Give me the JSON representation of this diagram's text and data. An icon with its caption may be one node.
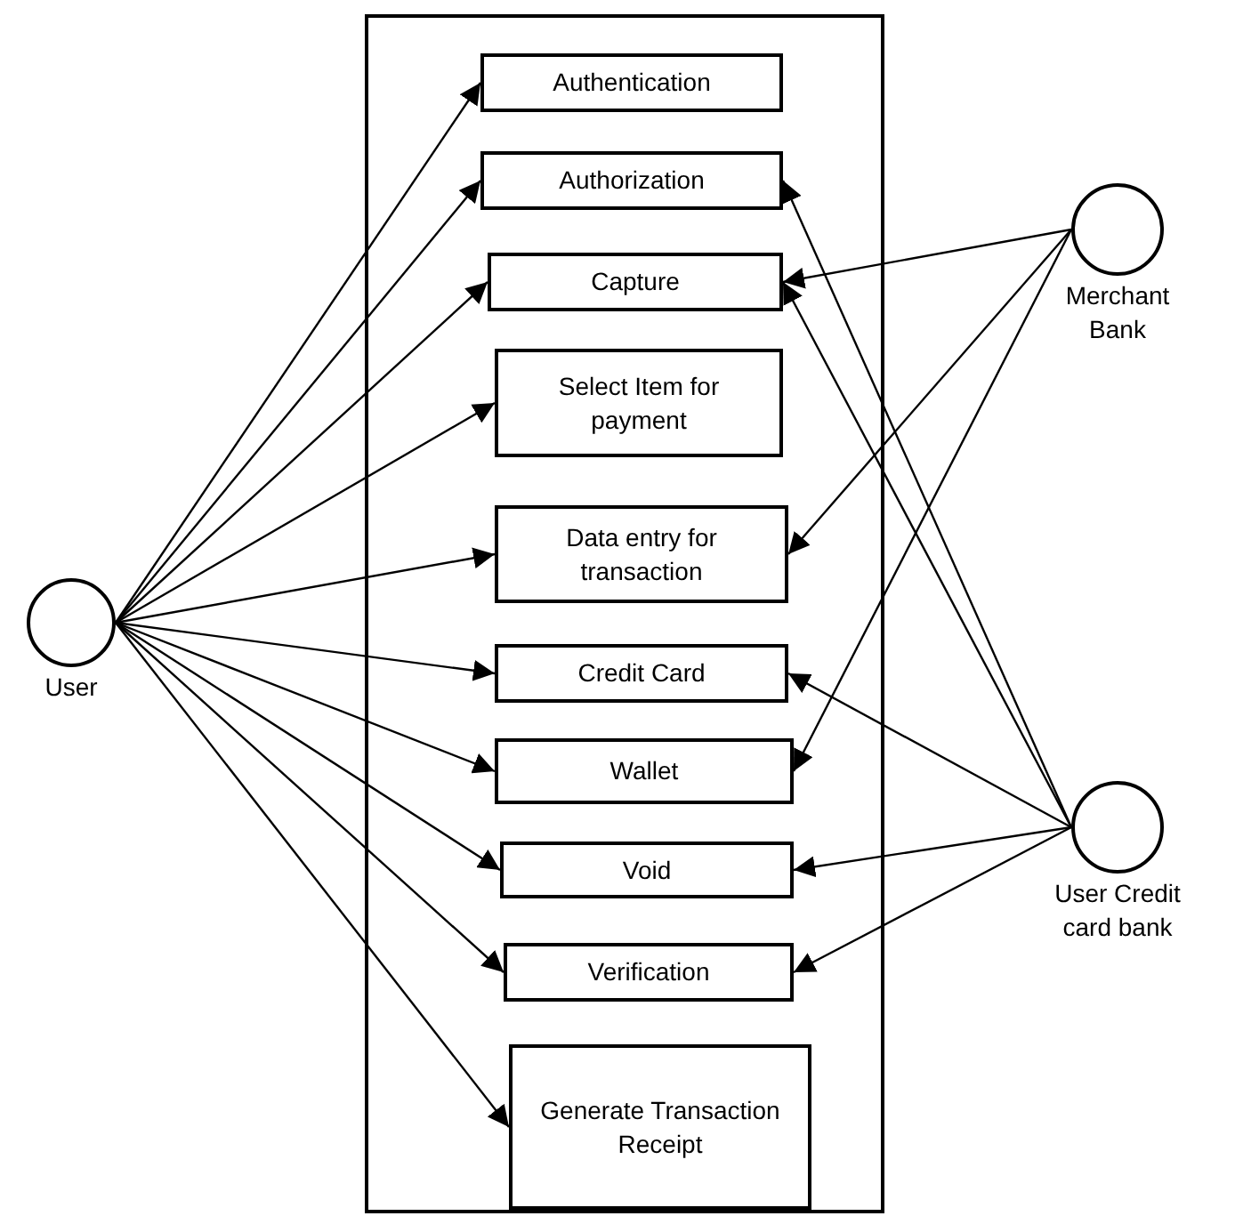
{
  "diagram": {
    "nodes": [
      {
        "text": [],
        "shape": "box"
      },
      {
        "text": [
          "Authentication"
        ],
        "in": 0
      },
      {
        "text": [
          "Authorization"
        ],
        "in": 0
      },
      {
        "text": [
          "Capture"
        ],
        "in": 0
      },
      {
        "text": [
          "Select Item for payment"
        ],
        "in": 0
      },
      {
        "text": [
          "Data entry for transaction"
        ],
        "in": 0
      },
      {
        "text": [
          "Credit Card"
        ],
        "in": 0
      },
      {
        "text": [
          "Wallet"
        ],
        "in": 0
      },
      {
        "text": [
          "Void"
        ],
        "in": 0
      },
      {
        "text": [
          "Verification"
        ],
        "in": 0
      },
      {
        "text": [
          "Generate Transaction Receipt"
        ],
        "in": 0
      },
      {
        "text": [
          "User"
        ]
      },
      {
        "text": [
          "Merchant Bank"
        ]
      },
      {
        "text": [
          "User Credit card bank"
        ]
      }
    ],
    "edges": [
      {
        "from": 11,
        "to": 1,
        "arrow": "to"
      },
      {
        "from": 11,
        "to": 2,
        "arrow": "to"
      },
      {
        "from": 11,
        "to": 3,
        "arrow": "to"
      },
      {
        "from": 11,
        "to": 4,
        "arrow": "to"
      },
      {
        "from": 11,
        "to": 5,
        "arrow": "to"
      },
      {
        "from": 11,
        "to": 6,
        "arrow": "to"
      },
      {
        "from": 11,
        "to": 7,
        "arrow": "to"
      },
      {
        "from": 11,
        "to": 8,
        "arrow": "to"
      },
      {
        "from": 11,
        "to": 9,
        "arrow": "to"
      },
      {
        "from": 11,
        "to": 10,
        "arrow": "to"
      },
      {
        "from": 12,
        "to": 3,
        "arrow": "to"
      },
      {
        "from": 12,
        "to": 5,
        "arrow": "to"
      },
      {
        "from": 12,
        "to": 7,
        "arrow": "to"
      },
      {
        "from": 13,
        "to": 2,
        "arrow": "to"
      },
      {
        "from": 13,
        "to": 3,
        "arrow": "to"
      },
      {
        "from": 13,
        "to": 6,
        "arrow": "to"
      },
      {
        "from": 13,
        "to": 8,
        "arrow": "to"
      },
      {
        "from": 13,
        "to": 9,
        "arrow": "to"
      }
    ]
  }
}
